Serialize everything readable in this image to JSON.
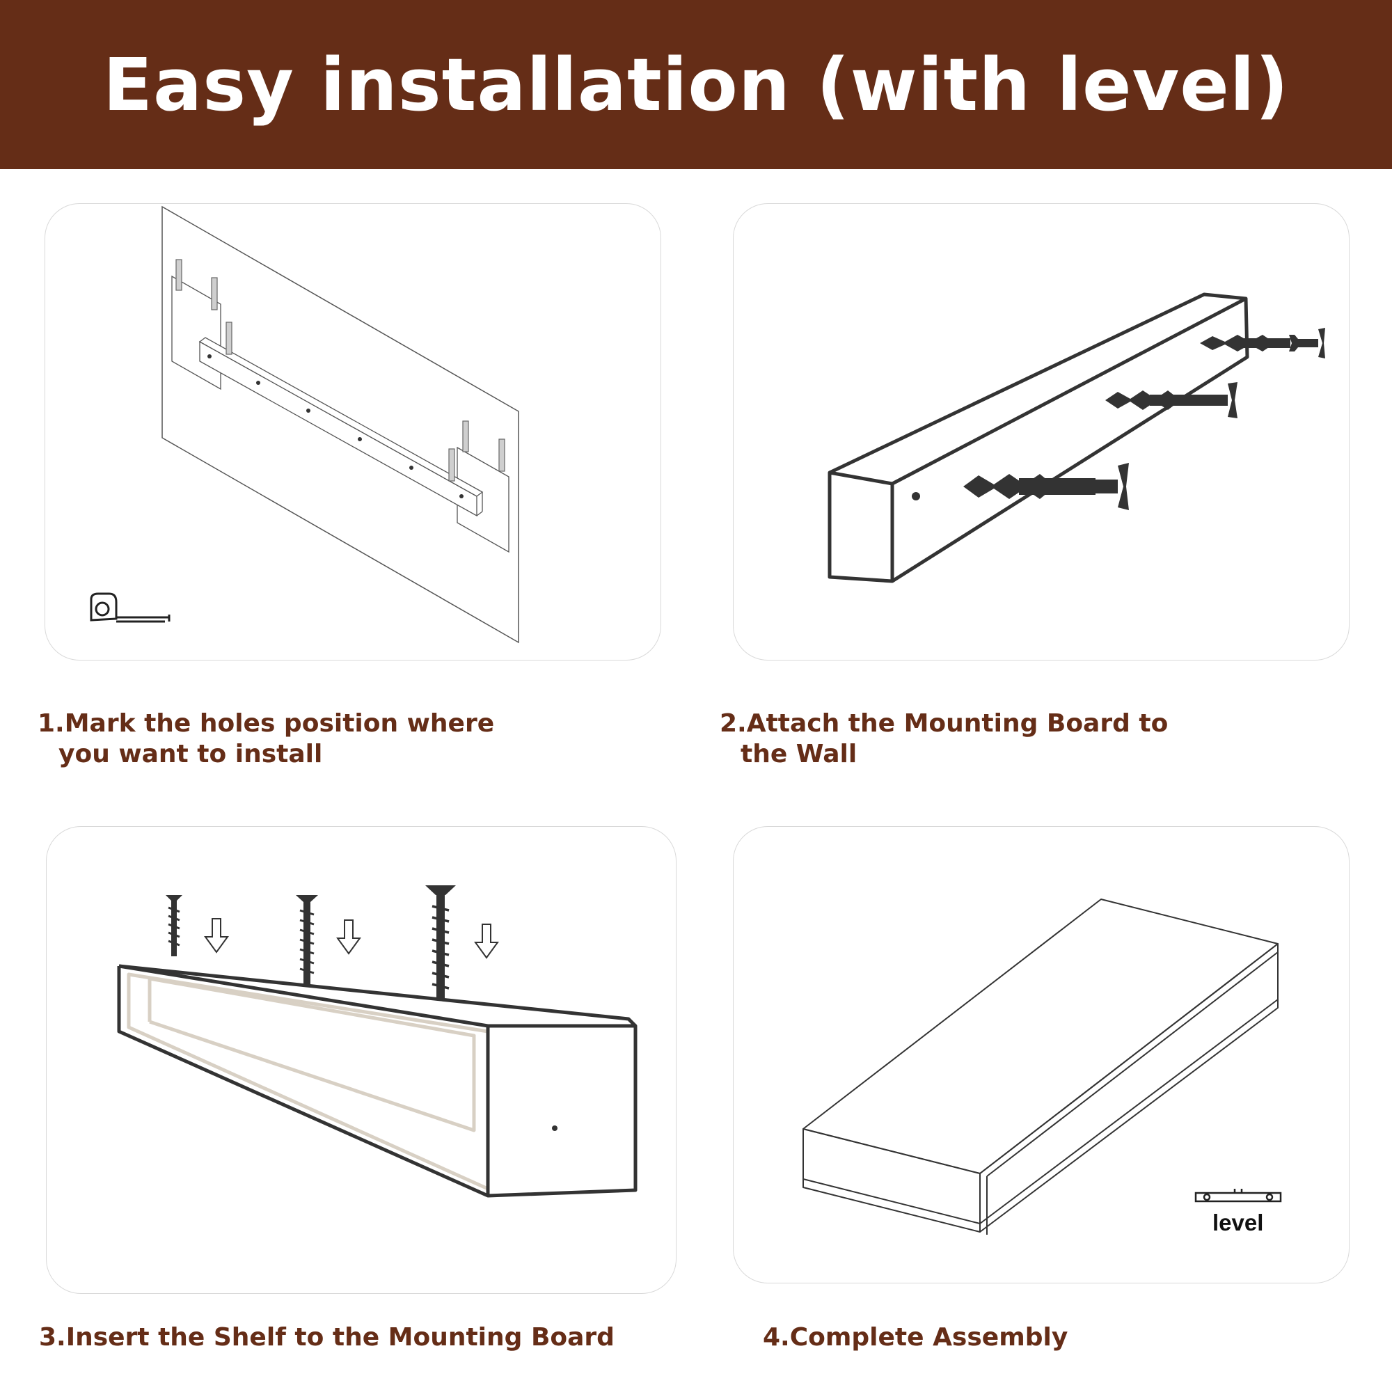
{
  "title": "Easy installation (with level)",
  "steps": [
    {
      "line1": "1.Mark the holes position where",
      "line2": "you want to install"
    },
    {
      "line1": "2.Attach the Mounting Board to",
      "line2": "the Wall"
    },
    {
      "line1": "3.Insert the Shelf to the Mounting Board",
      "line2": ""
    },
    {
      "line1": "4.Complete Assembly",
      "line2": ""
    }
  ],
  "level_label": "level",
  "colors": {
    "brand": "#652d17",
    "text_on_brand": "#ffffff",
    "line": "#3a3a3a",
    "inner_frame": "#d8d0c4"
  },
  "icons": [
    "tape-measure-icon",
    "wall-anchor-icon",
    "screw-icon",
    "down-arrow-icon",
    "spirit-level-icon"
  ]
}
